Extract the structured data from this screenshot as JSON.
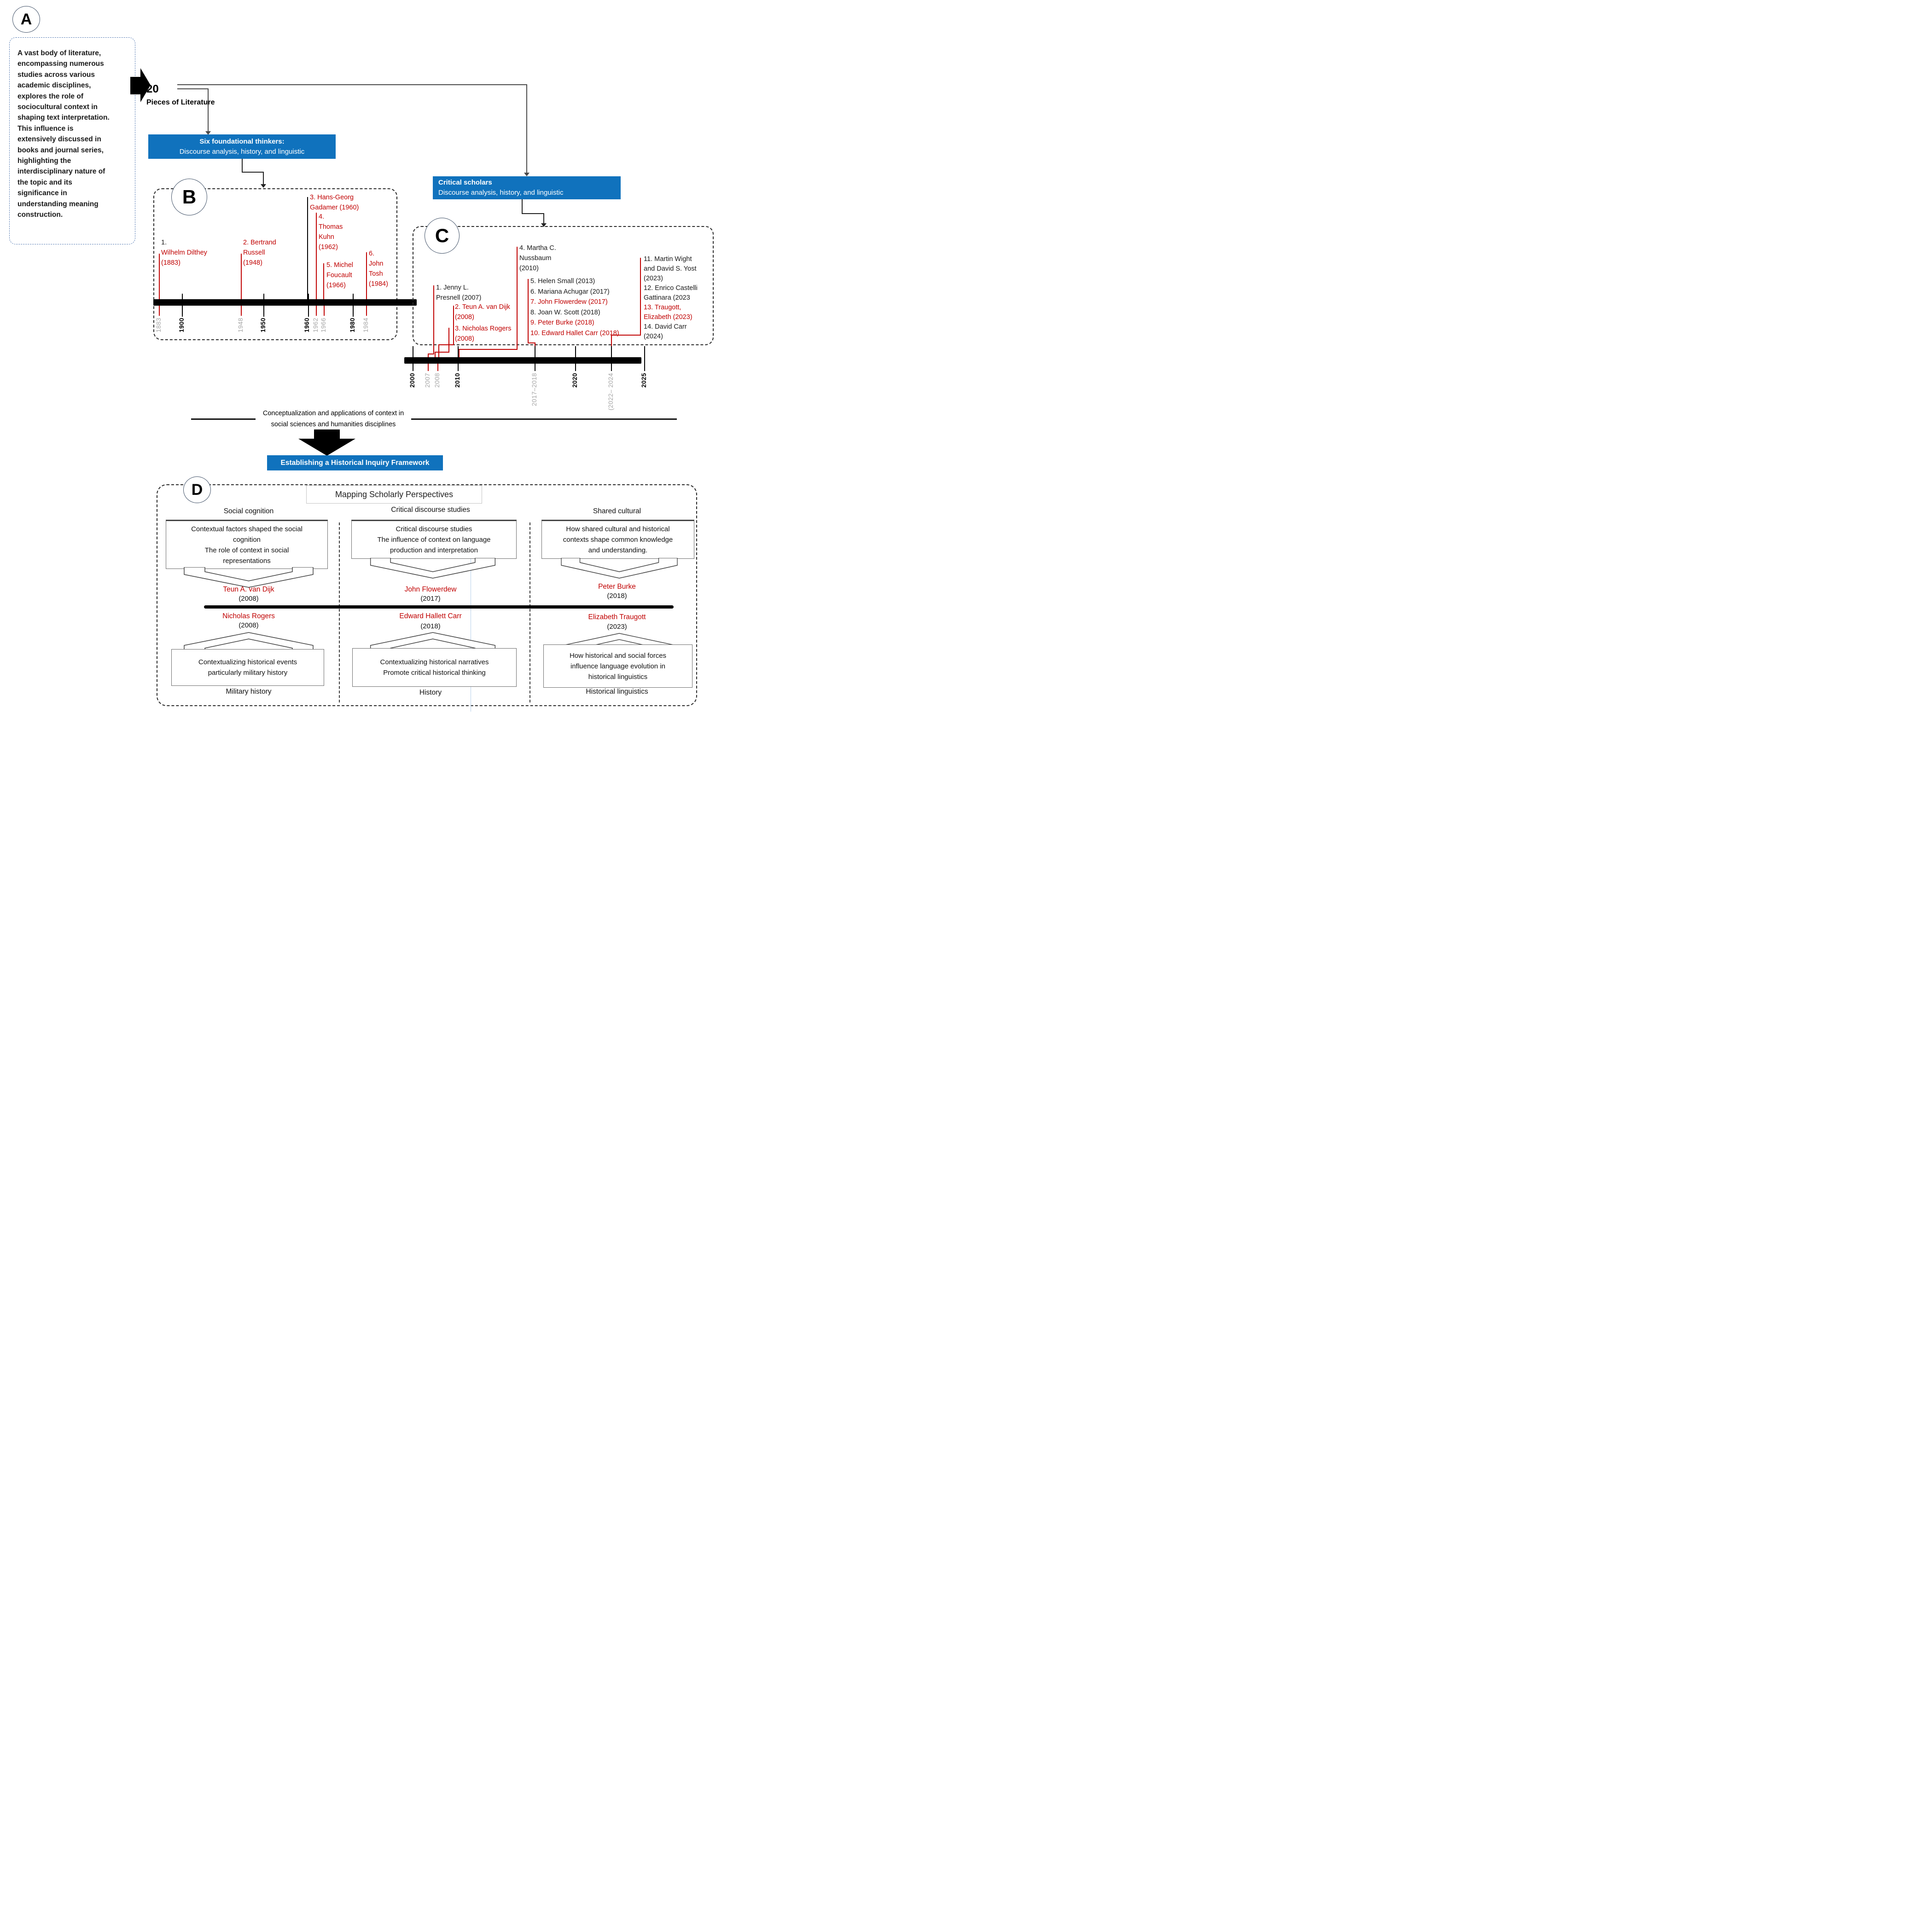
{
  "colors": {
    "banner_blue": "#1072BD",
    "red": "#C00000",
    "gray_label": "#A6A6A6"
  },
  "section_a": {
    "badge": "A",
    "paragraph": "A vast body of literature,\nencompassing numerous\nstudies across various\nacademic disciplines,\nexplores the role of\nsociocultural context in\nshaping text interpretation.\nThis influence is\nextensively discussed in\nbooks and journal series,\nhighlighting the\ninterdisciplinary nature of\nthe topic and its\nsignificance in\nunderstanding meaning\nconstruction."
  },
  "literature": {
    "count": "20",
    "label": "Pieces of Literature"
  },
  "banner_thinkers": {
    "title": "Six foundational thinkers:",
    "subtitle": "Discourse analysis, history, and linguistic"
  },
  "banner_scholars": {
    "title": "Critical scholars",
    "subtitle": "Discourse analysis, history, and linguistic"
  },
  "timeline_b": {
    "badge": "B",
    "thinkers": [
      {
        "num": "1.",
        "rest": "Wilhelm Dilthey\n(1883)"
      },
      {
        "text": "2. Bertrand\nRussell\n(1948)"
      },
      {
        "text": "3. Hans-Georg\nGadamer (1960)"
      },
      {
        "text": "4.\nThomas\nKuhn\n(1962)"
      },
      {
        "text": "5. Michel\nFoucault\n(1966)"
      },
      {
        "text": "6.\nJohn\nTosh\n(1984)"
      }
    ],
    "axis": [
      "1883",
      "1900",
      "1948",
      "1950",
      "1960",
      "1962",
      "1966",
      "1980",
      "1984"
    ]
  },
  "timeline_c": {
    "badge": "C",
    "s1": "1. Jenny L.\nPresnell (2007)",
    "s2": "2.  Teun A. van Dijk\n(2008)",
    "s3": "3. Nicholas Rogers\n(2008)",
    "s4": "4. Martha C.\nNussbaum\n(2010)",
    "list_mid": [
      {
        "text": "5.  Helen Small (2013)"
      },
      {
        "text": "6. Mariana Achugar (2017)"
      },
      {
        "text": "7. John Flowerdew (2017)"
      },
      {
        "text": "8. Joan W. Scott (2018)"
      },
      {
        "text": "9.  Peter Burke (2018)"
      },
      {
        "text": "10. Edward Hallet Carr (2018)"
      }
    ],
    "list_right": [
      {
        "text": "11. Martin Wight"
      },
      {
        "text": "and David S. Yost"
      },
      {
        "text": "(2023)"
      },
      {
        "text": "12. Enrico Castelli"
      },
      {
        "text": "Gattinara (2023"
      },
      {
        "text": "13. Traugott,"
      },
      {
        "text": "Elizabeth (2023)"
      },
      {
        "text": "14. David Carr"
      },
      {
        "text": "(2024)"
      }
    ],
    "axis": [
      "2000",
      "2007",
      "2008",
      "2010",
      "2017–2018",
      "2020",
      "(2022– 2024",
      "2025"
    ]
  },
  "bridge": {
    "caption": "Conceptualization and applications of context in\nsocial sciences and humanities disciplines"
  },
  "banner_framework": {
    "title": "Establishing a Historical Inquiry Framework"
  },
  "framework": {
    "badge": "D",
    "title": "Mapping Scholarly Perspectives",
    "columns": [
      {
        "header": "Social cognition",
        "top_box": "Contextual factors shaped the social\ncognition\nThe role of context in social\nrepresentations",
        "scholar_above": "Teun A. van Dijk",
        "year_above": "(2008)",
        "scholar_below": "Nicholas Rogers",
        "year_below": "(2008)",
        "bottom_box": "Contextualizing historical events\nparticularly military history",
        "footer": "Military history"
      },
      {
        "header": "Critical discourse studies",
        "top_box": "Critical discourse studies\nThe influence of context on language\nproduction and interpretation",
        "scholar_above": "John Flowerdew",
        "year_above": "(2017)",
        "scholar_below": "Edward Hallett Carr",
        "year_below": "(2018)",
        "bottom_box": "Contextualizing historical narratives\nPromote critical historical thinking",
        "footer": "History"
      },
      {
        "header": "Shared cultural",
        "top_box": "How shared cultural and historical\ncontexts shape common knowledge\nand understanding.",
        "scholar_above": "Peter Burke",
        "year_above": "(2018)",
        "scholar_below": "Elizabeth Traugott",
        "year_below": "(2023)",
        "bottom_box": "How historical and social forces\ninfluence language evolution in\nhistorical linguistics",
        "footer": "Historical linguistics"
      }
    ]
  }
}
